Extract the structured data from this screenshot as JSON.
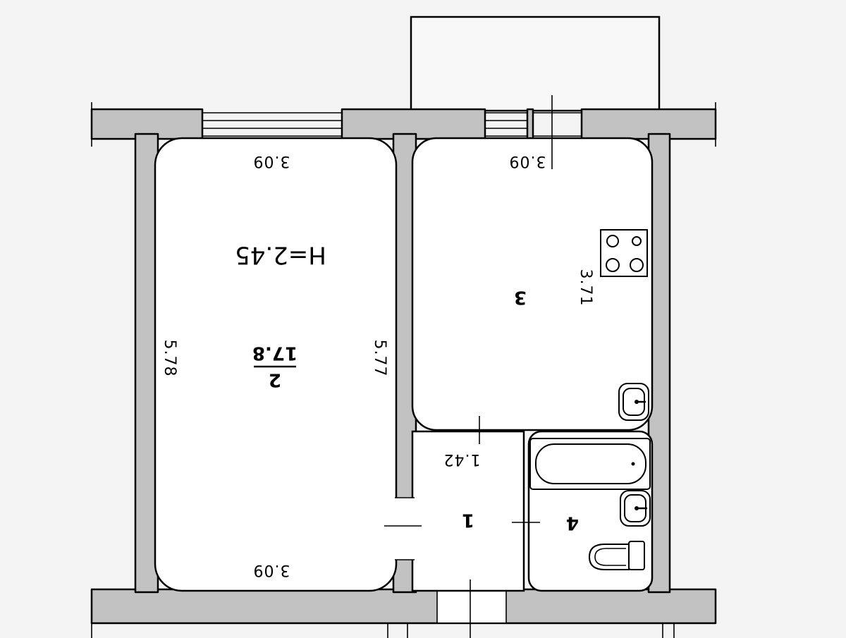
{
  "plan": {
    "ceiling_height": "H=2.45",
    "rooms": [
      {
        "number": "1",
        "area": ""
      },
      {
        "number": "2",
        "area": "17.8"
      },
      {
        "number": "3",
        "area": ""
      },
      {
        "number": "4",
        "area": ""
      }
    ],
    "dimensions": {
      "room2_top_width": "3.09",
      "room3_top_width": "3.09",
      "room2_bottom_width": "3.09",
      "room2_left_length": "5.78",
      "room2_right_length": "5.77",
      "room3_length": "3.71",
      "hall_width": "1.42"
    },
    "colors": {
      "wall_fill": "#c2c2c2",
      "line": "#000000",
      "room_fill": "#ffffff"
    }
  }
}
